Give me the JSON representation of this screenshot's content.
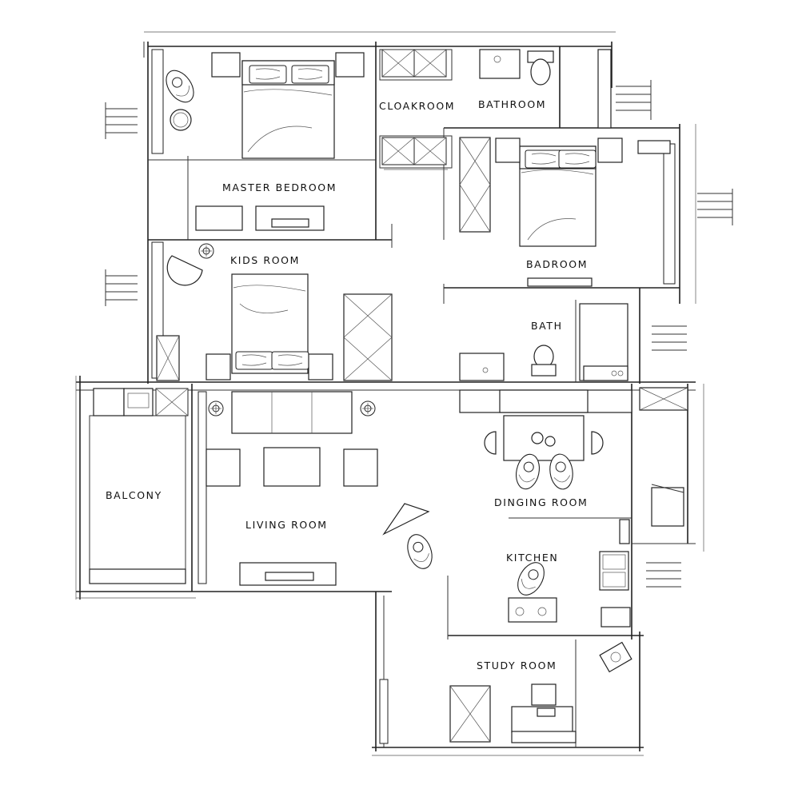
{
  "rooms": {
    "master_bedroom": "MASTER BEDROOM",
    "cloakroom": "CLOAKROOM",
    "bathroom": "BATHROOM",
    "kids_room": "KIDS ROOM",
    "badroom": "BADROOM",
    "bath": "BATH",
    "balcony": "BALCONY",
    "living_room": "LIVING ROOM",
    "dinging_room": "DINGING ROOM",
    "kitchen": "KITCHEN",
    "study_room": "STUDY ROOM"
  }
}
